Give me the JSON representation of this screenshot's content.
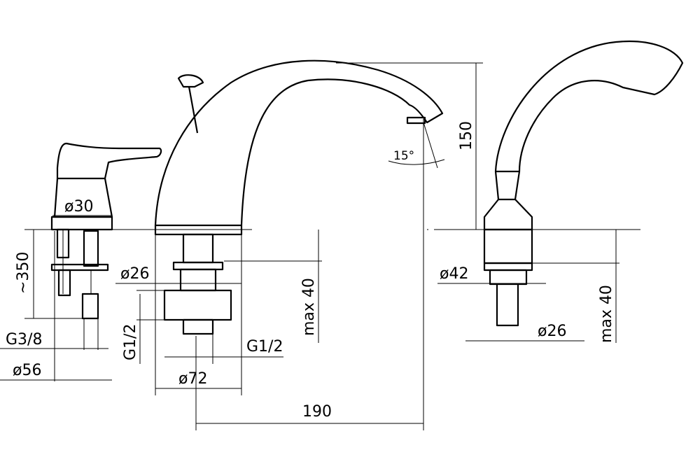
{
  "drawing": {
    "labels": {
      "diam_30": "ø30",
      "approx_350": "~350",
      "g3_8": "G3/8",
      "diam_56": "ø56",
      "diam_26_left": "ø26",
      "g1_2_vertical": "G1/2",
      "g1_2_horizontal": "G1/2",
      "diam_72": "ø72",
      "max_40_left": "max 40",
      "dim_190": "190",
      "dim_150": "150",
      "angle_15": "15°",
      "diam_42": "ø42",
      "diam_26_right": "ø26",
      "max_40_right": "max 40"
    }
  }
}
